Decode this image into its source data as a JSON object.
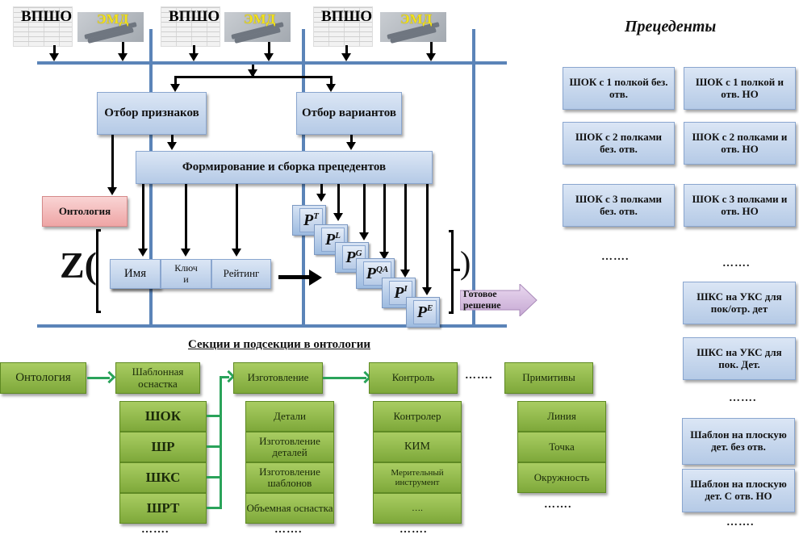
{
  "inputs": [
    {
      "vpsho": "ВПШО",
      "emd": "ЭМД"
    },
    {
      "vpsho": "ВПШО",
      "emd": "ЭМД"
    },
    {
      "vpsho": "ВПШО",
      "emd": "ЭМД"
    }
  ],
  "process": {
    "feature_selection": "Отбор признаков",
    "variant_selection": "Отбор вариантов",
    "assembly": "Формирование и сборка прецедентов",
    "ontology": "Онтология",
    "z_symbol": "Z(",
    "fields": [
      "Имя",
      "Ключ и",
      "Рейтинг"
    ],
    "p_cards": [
      {
        "base": "P",
        "sup": "T"
      },
      {
        "base": "P",
        "sup": "L"
      },
      {
        "base": "P",
        "sup": "G"
      },
      {
        "base": "P",
        "sup": "QA"
      },
      {
        "base": "P",
        "sup": "I"
      },
      {
        "base": "P",
        "sup": "E"
      }
    ],
    "close_paren": ")",
    "ready_solution": "Готовое решение"
  },
  "precedents": {
    "title": "Прецеденты",
    "items": [
      "ШОК с 1 полкой без. отв.",
      "ШОК с 1 полкой и отв. НО",
      "ШОК с 2 полками без. отв.",
      "ШОК с 2 полками и отв. НО",
      "ШОК с 3 полками без. отв.",
      "ШОК с 3 полками и отв. НО",
      "ШКС на УКС для пок/отр. дет",
      "ШКС на УКС для пок. Дет.",
      "Шаблон на плоскую дет. без отв.",
      "Шаблон на плоскую дет. С отв. НО"
    ],
    "ellipsis": "……."
  },
  "ontology_sections": {
    "title": "Секции и подсекции в онтологии",
    "root": "Онтология",
    "tooling": {
      "label": "Шаблонная оснастка",
      "children": [
        "ШОК",
        "ШР",
        "ШКС",
        "ШРТ"
      ]
    },
    "manufacturing": {
      "label": "Изготовление",
      "children": [
        "Детали",
        "Изготовление деталей",
        "Изготовление шаблонов",
        "Объемная оснастка"
      ]
    },
    "control": {
      "label": "Контроль",
      "children": [
        "Контролер",
        "КИМ",
        "Мерительный инструмент",
        "…."
      ]
    },
    "primitives": {
      "label": "Примитивы",
      "children": [
        "Линия",
        "Точка",
        "Окружность"
      ]
    },
    "ellipsis": "……."
  }
}
